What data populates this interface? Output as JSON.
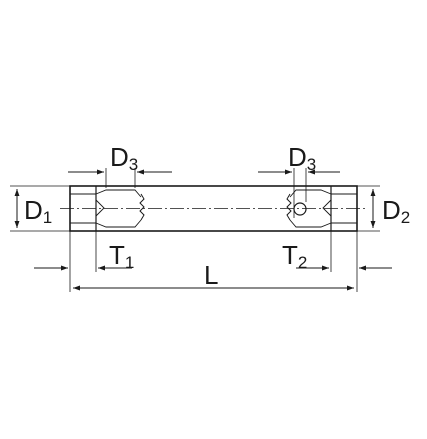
{
  "labels": {
    "d1": {
      "base": "D",
      "sub": "1"
    },
    "d2": {
      "base": "D",
      "sub": "2"
    },
    "d3_left": {
      "base": "D",
      "sub": "3"
    },
    "d3_right": {
      "base": "D",
      "sub": "3"
    },
    "t1": {
      "base": "T",
      "sub": "1"
    },
    "t2": {
      "base": "T",
      "sub": "2"
    },
    "length": "L"
  },
  "colors": {
    "line": "#1a1a1a",
    "background": "#ffffff"
  }
}
